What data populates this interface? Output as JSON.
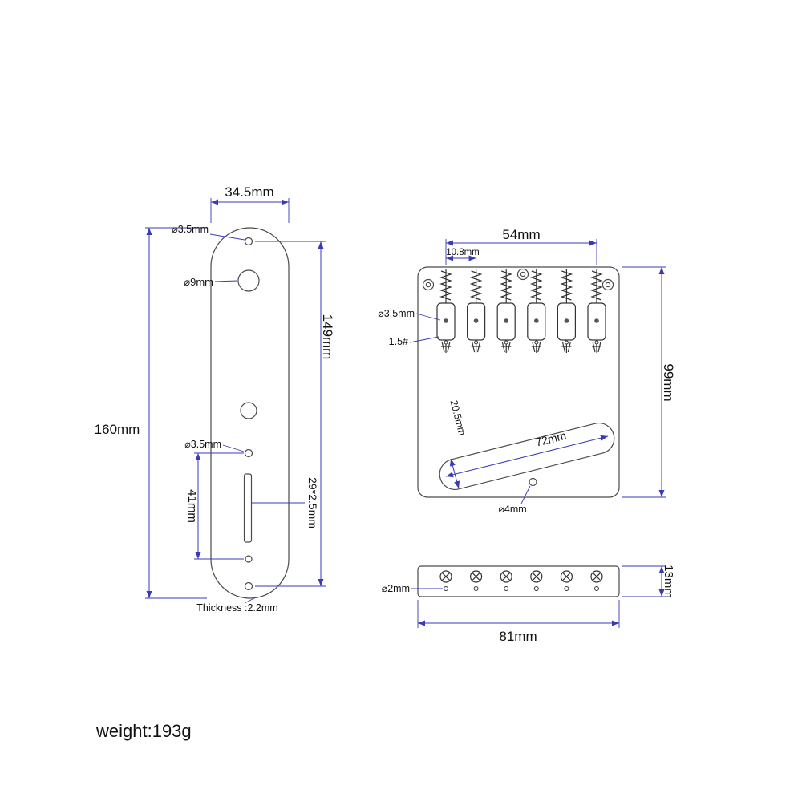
{
  "colors": {
    "dimension_blue": "#3a3ab8",
    "outline_gray": "#4a4a4a",
    "text_black": "#111111"
  },
  "weight_label": "weight:193g",
  "control_plate": {
    "overall_width": "34.5mm",
    "overall_height": "160mm",
    "mount_hole_span": "149mm",
    "top_mount_hole": "⌀3.5mm",
    "pot_hole": "⌀9mm",
    "switch_mount_hole": "⌀3.5mm",
    "switch_hole_span": "41mm",
    "switch_slot": "29*2.5mm",
    "thickness": "Thickness :2.2mm"
  },
  "bridge_top_view": {
    "string_spread": "54mm",
    "string_spacing": "10.8mm",
    "plate_height": "99mm",
    "saddle_screw": "⌀3.5mm",
    "spring_gauge": "1.5#",
    "pickup_slot_length": "72mm",
    "pickup_slot_width": "20.5mm",
    "mount_hole": "⌀4mm"
  },
  "bridge_side_view": {
    "plate_thickness": "13mm",
    "plate_length": "81mm",
    "string_hole": "⌀2mm"
  }
}
